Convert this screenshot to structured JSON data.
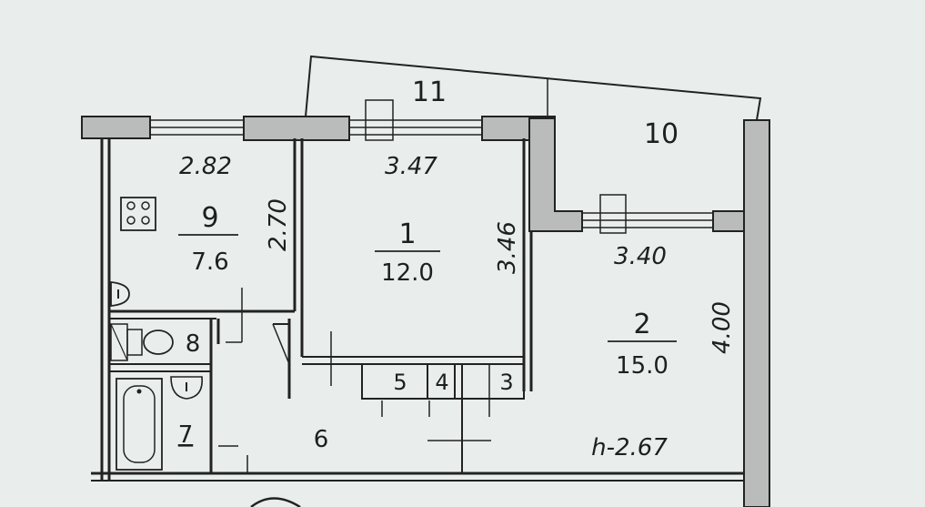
{
  "rooms": [
    {
      "id": "1",
      "area": "12.0"
    },
    {
      "id": "2",
      "area": "15.0"
    },
    {
      "id": "9",
      "area": "7.6"
    },
    {
      "id": "8"
    },
    {
      "id": "7"
    },
    {
      "id": "6"
    },
    {
      "id": "5"
    },
    {
      "id": "4"
    },
    {
      "id": "3"
    },
    {
      "id": "10"
    },
    {
      "id": "11"
    }
  ],
  "dimensions": {
    "kitchen_width": "2.82",
    "kitchen_depth": "2.70",
    "room1_width": "3.47",
    "room1_depth": "3.46",
    "room2_width": "3.40",
    "room2_depth": "4.00"
  },
  "ceiling_height": "h-2.67"
}
